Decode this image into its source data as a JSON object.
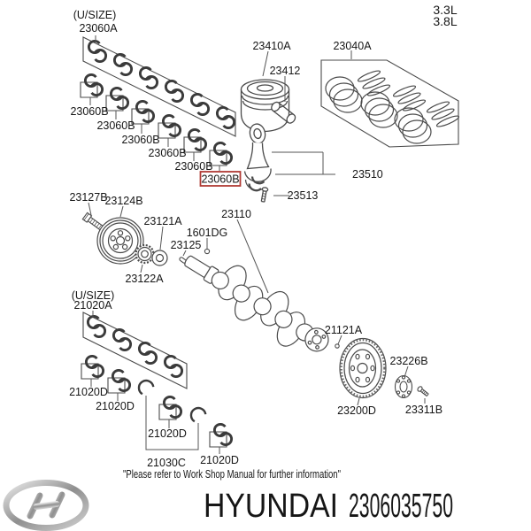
{
  "page": {
    "engine_variants": [
      "3.3L",
      "3.8L"
    ],
    "footnote": "\"Please refer to Work Shop Manual for further information\"",
    "brand": "HYUNDAI",
    "part_number": "2306035750"
  },
  "highlight": {
    "part": "23060B",
    "box_color": "#b03a34"
  },
  "labels": {
    "u_size": "(U/SIZE)",
    "p23060A": "23060A",
    "p23060B": "23060B",
    "p23410A": "23410A",
    "p23412": "23412",
    "p23040A": "23040A",
    "p23510": "23510",
    "p23513": "23513",
    "p23110": "23110",
    "p23127B": "23127B",
    "p23124B": "23124B",
    "p23121A": "23121A",
    "p1601DG": "1601DG",
    "p23125": "23125",
    "p23122A": "23122A",
    "p21020A": "21020A",
    "p21020D": "21020D",
    "p21121A": "21121A",
    "p23226B": "23226B",
    "p23200D": "23200D",
    "p23311B": "23311B",
    "p21030C": "21030C"
  }
}
